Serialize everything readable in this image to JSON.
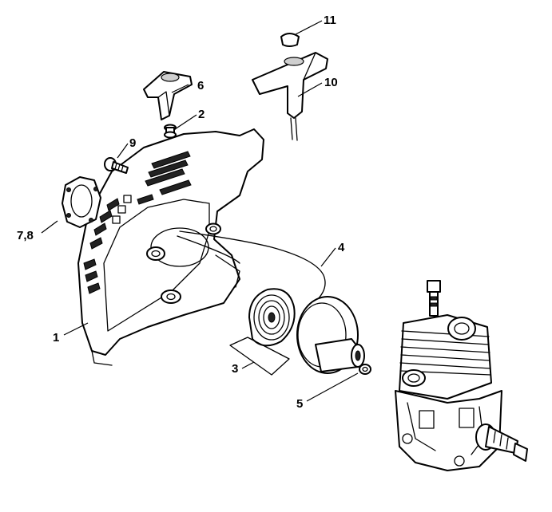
{
  "callouts": {
    "c1": "1",
    "c2": "2",
    "c3": "3",
    "c4": "4",
    "c5": "5",
    "c6": "6",
    "c78": "7,8",
    "c9": "9",
    "c10": "10",
    "c11": "11"
  }
}
